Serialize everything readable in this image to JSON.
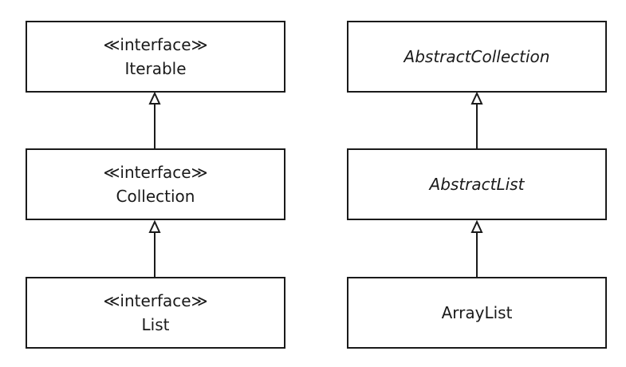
{
  "boxes": {
    "iterable": {
      "stereotype": "≪interface≫",
      "name": "Iterable"
    },
    "collection": {
      "stereotype": "≪interface≫",
      "name": "Collection"
    },
    "list": {
      "stereotype": "≪interface≫",
      "name": "List"
    },
    "abstract_collection": {
      "name": "AbstractCollection"
    },
    "abstract_list": {
      "name": "AbstractList"
    },
    "array_list": {
      "name": "ArrayList"
    }
  },
  "relationships": [
    {
      "from": "Collection",
      "to": "Iterable",
      "type": "generalization"
    },
    {
      "from": "List",
      "to": "Collection",
      "type": "generalization"
    },
    {
      "from": "AbstractList",
      "to": "AbstractCollection",
      "type": "generalization"
    },
    {
      "from": "ArrayList",
      "to": "AbstractList",
      "type": "generalization"
    }
  ],
  "colors": {
    "line": "#1a1a1a",
    "background": "#ffffff"
  }
}
